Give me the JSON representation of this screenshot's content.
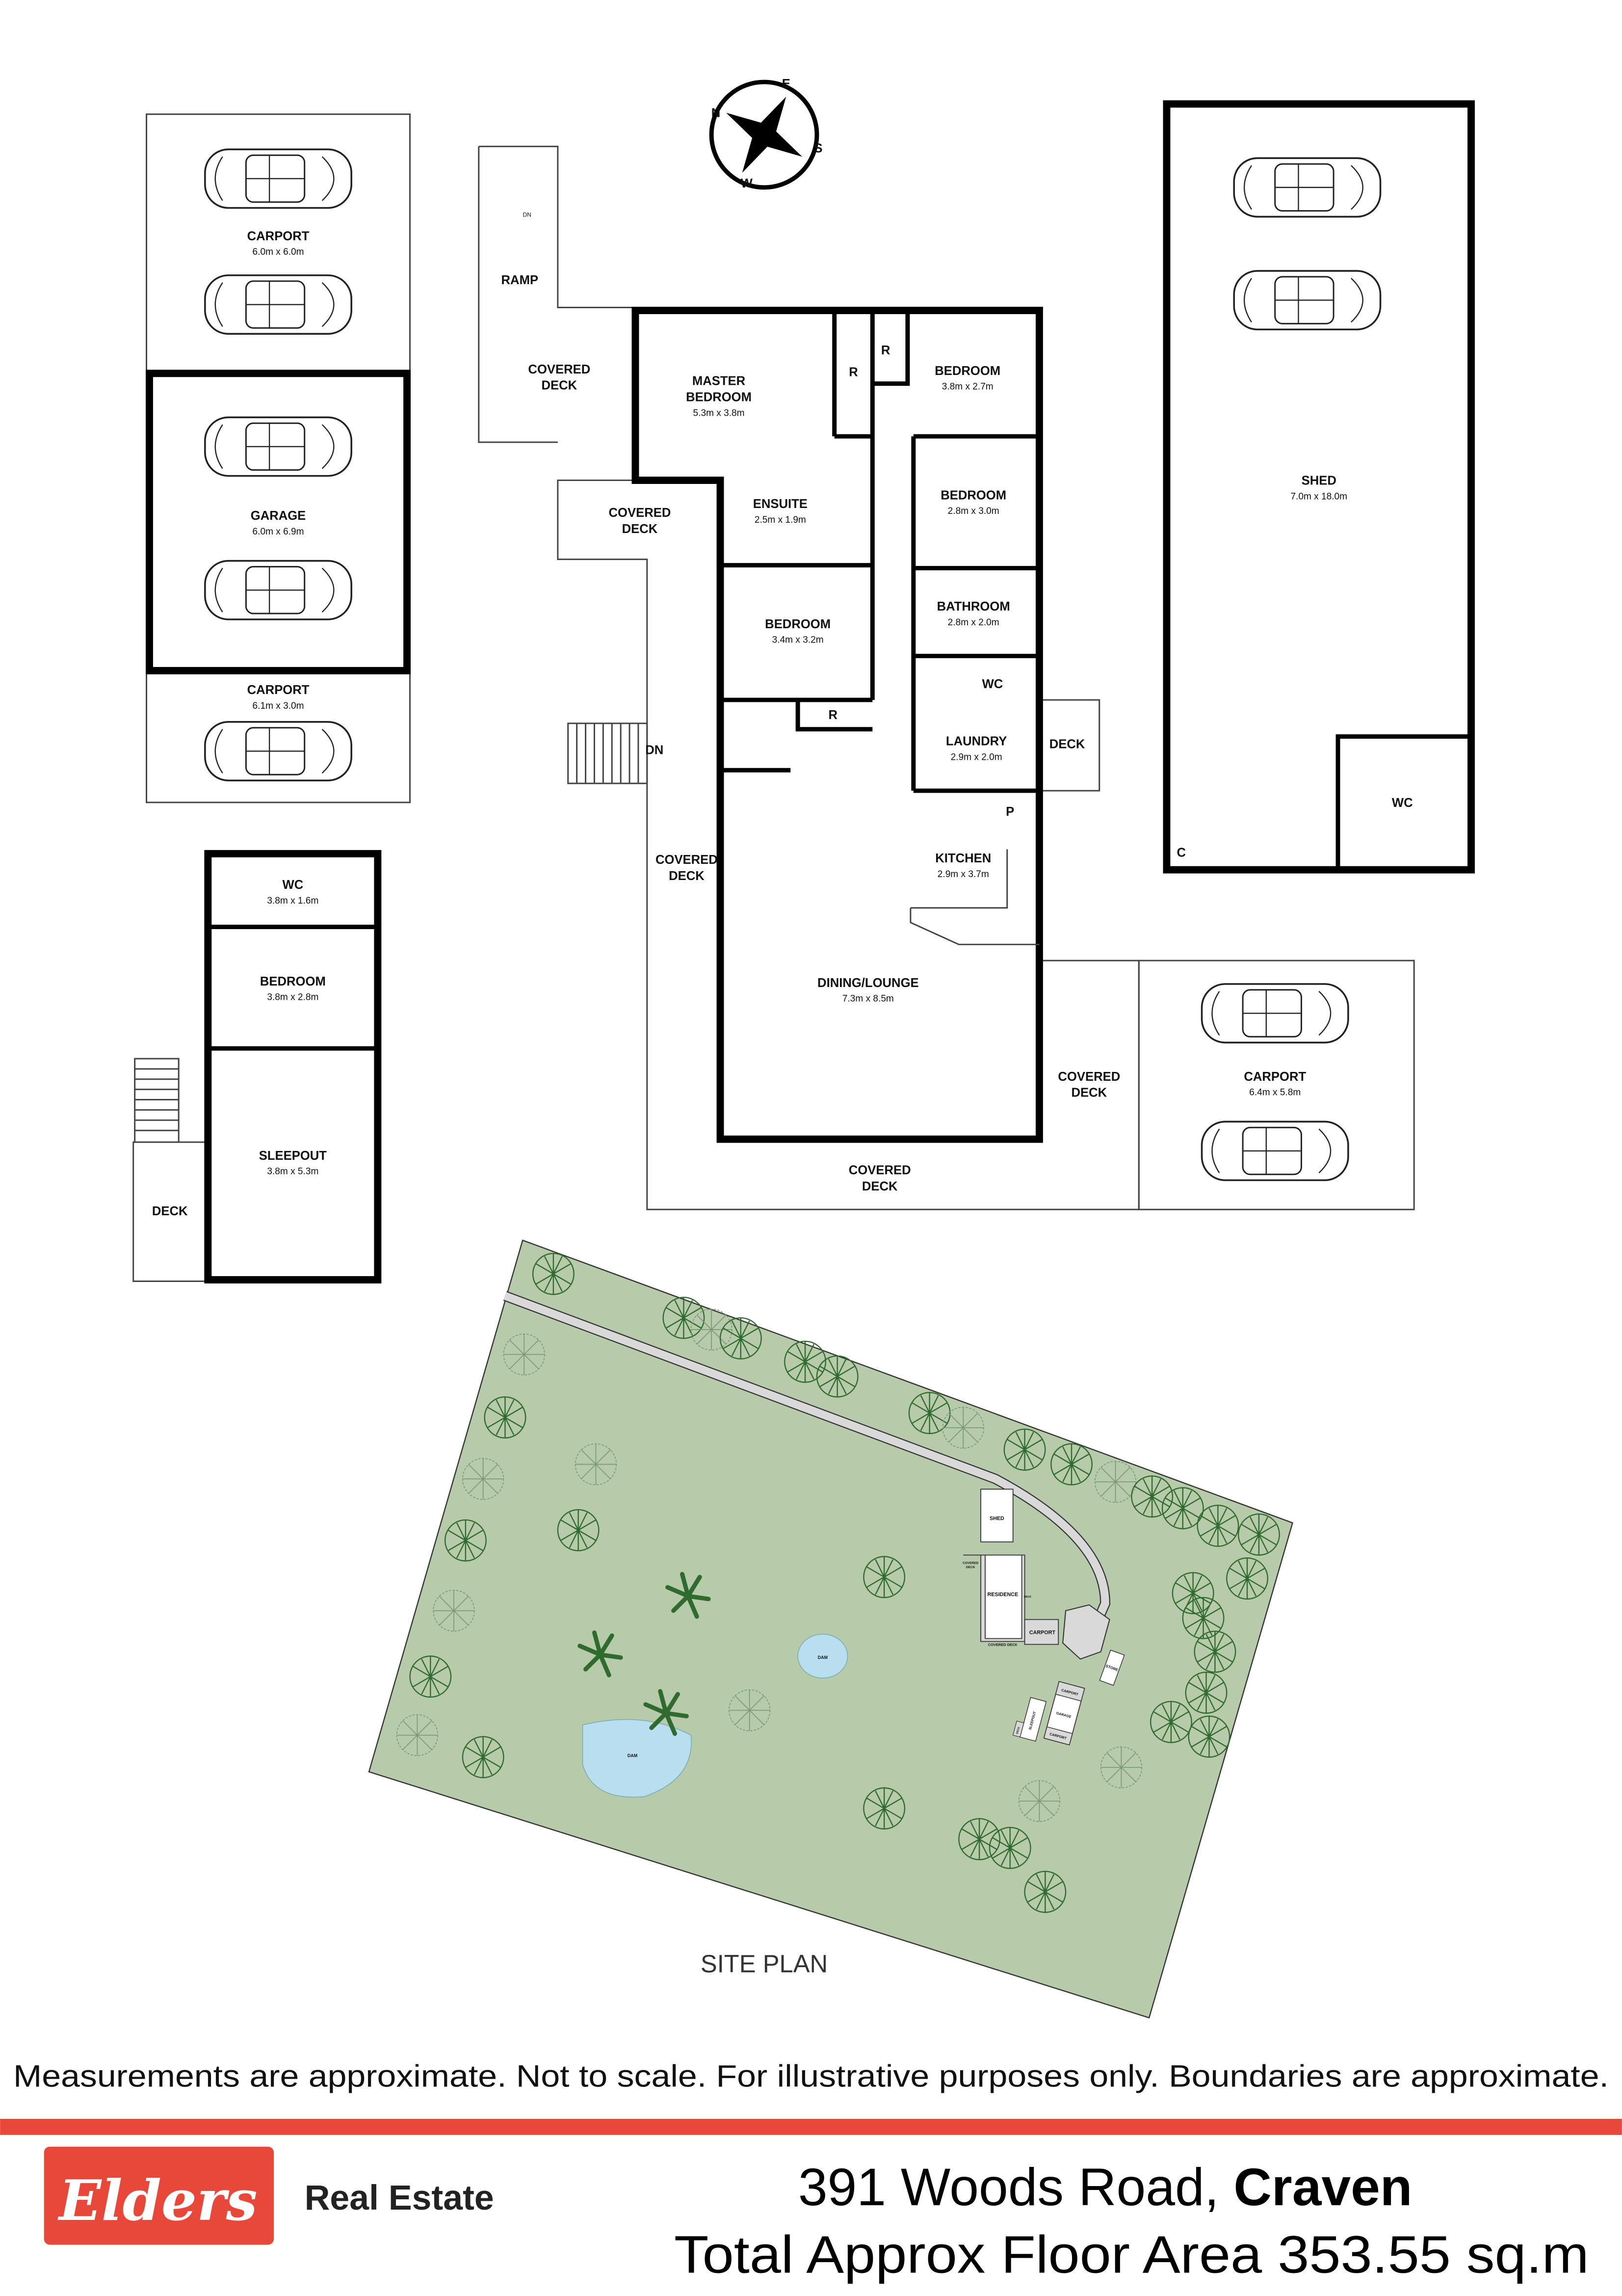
{
  "compass": {
    "n": "N",
    "e": "E",
    "s": "S",
    "w": "W"
  },
  "outbuildings": {
    "carport_top": {
      "label": "CARPORT",
      "dims": "6.0m x 6.0m"
    },
    "garage": {
      "label": "GARAGE",
      "dims": "6.0m x 6.9m"
    },
    "carport_bottom": {
      "label": "CARPORT",
      "dims": "6.1m x 3.0m"
    }
  },
  "sleepout": {
    "wc": {
      "label": "WC",
      "dims": "3.8m x 1.6m"
    },
    "bedroom": {
      "label": "BEDROOM",
      "dims": "3.8m x 2.8m"
    },
    "sleepout": {
      "label": "SLEEPOUT",
      "dims": "3.8m x 5.3m"
    },
    "deck": {
      "label": "DECK"
    }
  },
  "house": {
    "ramp": {
      "label": "RAMP",
      "dn": "DN"
    },
    "covered_deck_nw": {
      "line1": "COVERED",
      "line2": "DECK"
    },
    "covered_deck_w": {
      "line1": "COVERED",
      "line2": "DECK"
    },
    "master": {
      "line1": "MASTER",
      "line2": "BEDROOM",
      "dims": "5.3m x 3.8m"
    },
    "robe": "R",
    "ensuite": {
      "label": "ENSUITE",
      "dims": "2.5m x 1.9m"
    },
    "bedroom2": {
      "label": "BEDROOM",
      "dims": "3.8m x 2.7m"
    },
    "bedroom3": {
      "label": "BEDROOM",
      "dims": "2.8m x 3.0m"
    },
    "bathroom": {
      "label": "BATHROOM",
      "dims": "2.8m x 2.0m"
    },
    "bedroom4": {
      "label": "BEDROOM",
      "dims": "3.4m x 3.2m"
    },
    "wc": {
      "label": "WC"
    },
    "laundry": {
      "label": "LAUNDRY",
      "dims": "2.9m x 2.0m"
    },
    "deck": {
      "label": "DECK"
    },
    "stairs_dn": "DN",
    "kitchen": {
      "label": "KITCHEN",
      "dims": "2.9m x 3.7m"
    },
    "pantry": "P",
    "covered_deck_sw": {
      "line1": "COVERED",
      "line2": "DECK"
    },
    "dining": {
      "label": "DINING/LOUNGE",
      "dims": "7.3m x 8.5m"
    },
    "covered_deck_e": {
      "line1": "COVERED",
      "line2": "DECK"
    },
    "carport": {
      "label": "CARPORT",
      "dims": "6.4m x 5.8m"
    },
    "covered_deck_s": {
      "line1": "COVERED",
      "line2": "DECK"
    }
  },
  "shed": {
    "label": "SHED",
    "dims": "7.0m x 18.0m",
    "wc": "WC",
    "c": "C"
  },
  "site_plan": {
    "title": "SITE PLAN",
    "shed": "SHED",
    "residence": "RESIDENCE",
    "covered_deck": "COVERED DECK",
    "covered_deck_nw_1": "COVERED",
    "covered_deck_nw_2": "DECK",
    "deck_small": "DECK",
    "carport_main": "CARPORT",
    "store": "STORE",
    "carport_a": "CARPORT",
    "garage": "GARAGE",
    "carport_b": "CARPORT",
    "sleepout": "SLEEPOUT",
    "deck": "DECK",
    "dam_small": "DAM",
    "dam_large": "DAM"
  },
  "footer": {
    "disclaimer": "Measurements are approximate. Not to scale. For illustrative purposes only. Boundaries are approximate.",
    "logo_text": "Elders",
    "brand": "Real Estate",
    "address_prefix": "391 Woods Road, ",
    "address_suburb": "Craven",
    "area": "Total Approx Floor Area 353.55 sq.m"
  },
  "colors": {
    "accent_red": "#e8483a",
    "lawn": "#b7cbab",
    "driveway": "#d9d9d9",
    "water": "#b9def0"
  }
}
